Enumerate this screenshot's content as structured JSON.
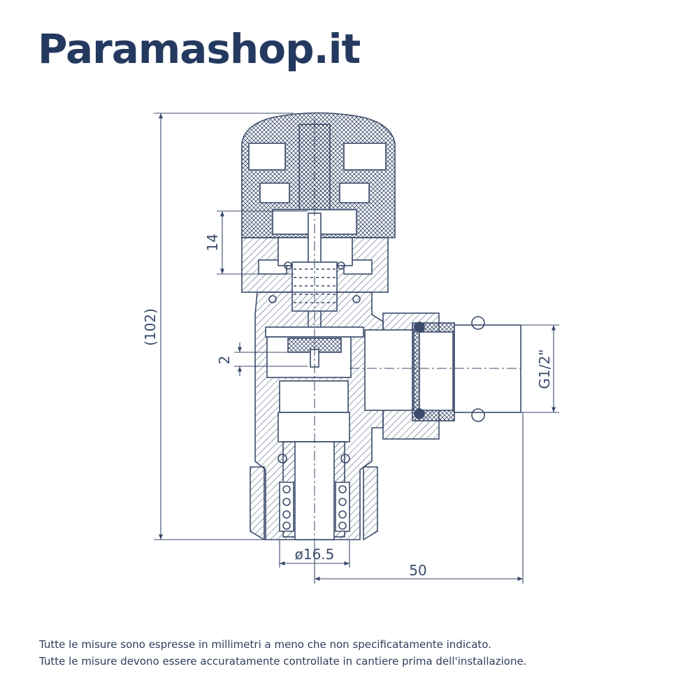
{
  "brand": {
    "name": "Paramashop.it",
    "color": "#24395f"
  },
  "drawing": {
    "line_color": "#3a4b6b",
    "dimensions": {
      "height": "(102)",
      "travel": "14",
      "gap": "2",
      "thread": "G1/2\"",
      "diameter": "ø16.5",
      "offset": "50"
    }
  },
  "notes": [
    "Tutte le misure sono espresse in millimetri a meno che non specificatamente indicato.",
    "Tutte le misure devono essere accuratamente controllate in cantiere prima dell'installazione."
  ]
}
